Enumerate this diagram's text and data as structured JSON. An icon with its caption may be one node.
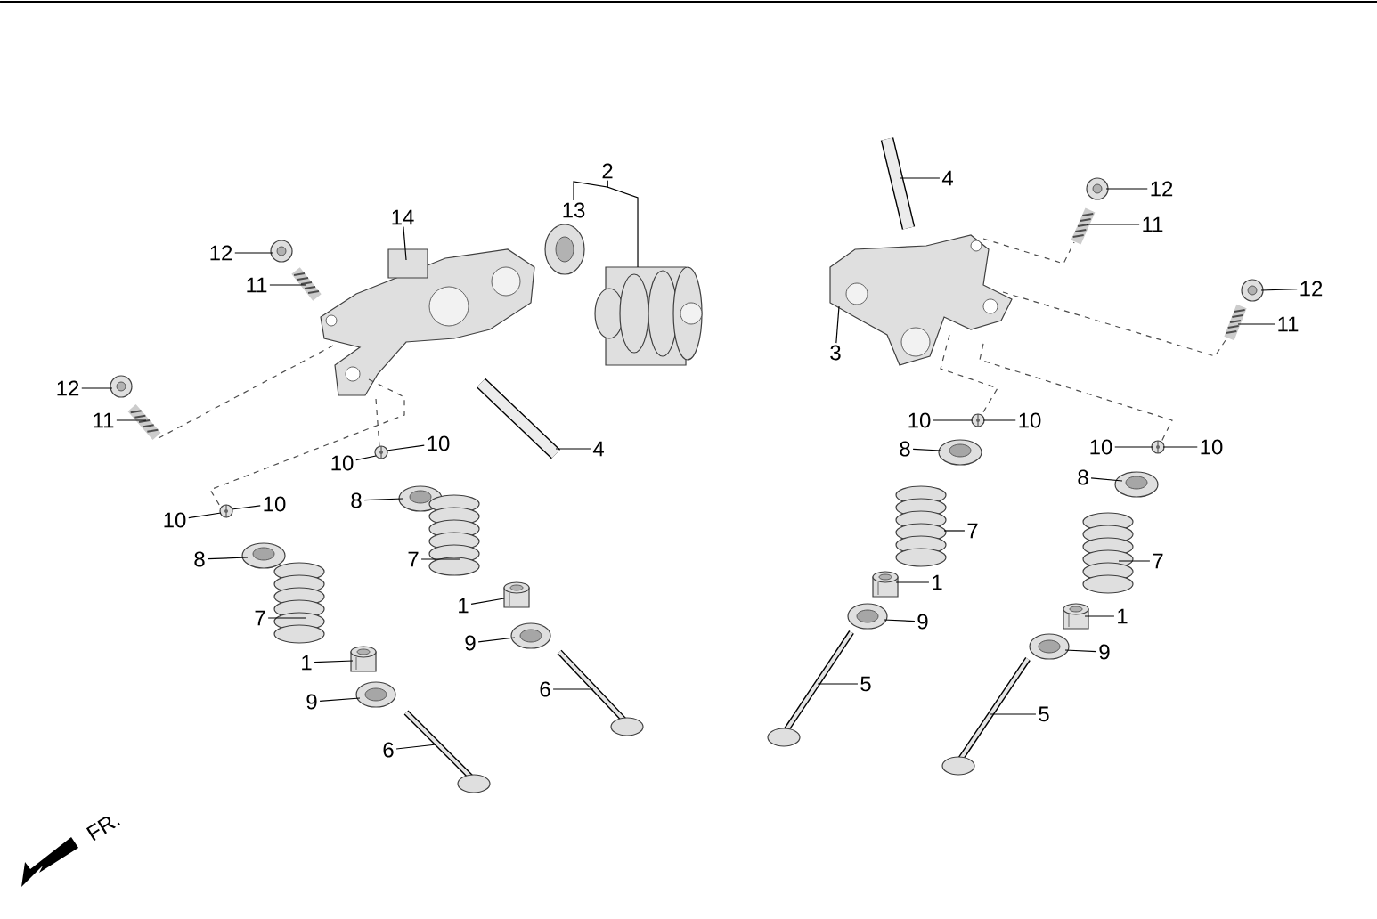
{
  "diagram": {
    "nodes": [
      {
        "text": [
          "2"
        ]
      },
      {
        "text": [
          "4"
        ]
      },
      {
        "text": [
          "12"
        ]
      },
      {
        "text": [
          "13"
        ]
      },
      {
        "text": [
          "14"
        ]
      },
      {
        "text": [
          "11"
        ]
      },
      {
        "text": [
          "12"
        ]
      },
      {
        "text": [
          "11"
        ]
      },
      {
        "text": [
          "12"
        ]
      },
      {
        "text": [
          "11"
        ]
      },
      {
        "text": [
          "3"
        ]
      },
      {
        "text": [
          "12"
        ]
      },
      {
        "text": [
          "11"
        ]
      },
      {
        "text": [
          "10"
        ]
      },
      {
        "text": [
          "10"
        ]
      },
      {
        "text": [
          "10"
        ]
      },
      {
        "text": [
          "4"
        ]
      },
      {
        "text": [
          "10"
        ]
      },
      {
        "text": [
          "10"
        ]
      },
      {
        "text": [
          "10"
        ]
      },
      {
        "text": [
          "8"
        ]
      },
      {
        "text": [
          "8"
        ]
      },
      {
        "text": [
          "10"
        ]
      },
      {
        "text": [
          "10"
        ]
      },
      {
        "text": [
          "7"
        ]
      },
      {
        "text": [
          "8"
        ]
      },
      {
        "text": [
          "8"
        ]
      },
      {
        "text": [
          "7"
        ]
      },
      {
        "text": [
          "7"
        ]
      },
      {
        "text": [
          "1"
        ]
      },
      {
        "text": [
          "1"
        ]
      },
      {
        "text": [
          "7"
        ]
      },
      {
        "text": [
          "1"
        ]
      },
      {
        "text": [
          "9"
        ]
      },
      {
        "text": [
          "9"
        ]
      },
      {
        "text": [
          "6"
        ]
      },
      {
        "text": [
          "9"
        ]
      },
      {
        "text": [
          "1"
        ]
      },
      {
        "text": [
          "5"
        ]
      },
      {
        "text": [
          "9"
        ]
      },
      {
        "text": [
          "5"
        ]
      },
      {
        "text": [
          "6"
        ]
      },
      {
        "text": [],
        "shape": "picture"
      },
      {
        "text": [],
        "shape": "picture"
      },
      {
        "text": [],
        "shape": "picture"
      },
      {
        "text": [],
        "shape": "picture"
      },
      {
        "text": [],
        "shape": "picture"
      },
      {
        "text": [],
        "shape": "picture"
      },
      {
        "text": [],
        "shape": "picture"
      },
      {
        "text": [],
        "shape": "picture"
      },
      {
        "text": [],
        "shape": "picture"
      },
      {
        "text": [],
        "shape": "picture"
      },
      {
        "text": [],
        "shape": "picture"
      },
      {
        "text": [],
        "shape": "picture"
      },
      {
        "text": [],
        "shape": "picture"
      },
      {
        "text": [],
        "shape": "picture"
      },
      {
        "text": [],
        "shape": "picture"
      },
      {
        "text": [],
        "shape": "picture"
      },
      {
        "text": [],
        "shape": "picture"
      },
      {
        "text": [],
        "shape": "picture"
      },
      {
        "text": [],
        "shape": "picture"
      },
      {
        "text": [],
        "shape": "picture"
      },
      {
        "text": [],
        "shape": "picture"
      },
      {
        "text": [],
        "shape": "picture"
      },
      {
        "text": [],
        "shape": "picture"
      },
      {
        "text": [],
        "shape": "picture"
      },
      {
        "text": [],
        "shape": "picture"
      },
      {
        "text": [],
        "shape": "picture"
      },
      {
        "text": [],
        "shape": "picture"
      },
      {
        "text": [],
        "shape": "picture"
      },
      {
        "text": [],
        "shape": "picture"
      },
      {
        "text": [],
        "shape": "picture"
      },
      {
        "text": [],
        "shape": "picture"
      },
      {
        "text": [],
        "shape": "picture"
      },
      {
        "text": [],
        "shape": "picture"
      },
      {
        "text": [],
        "shape": "picture"
      },
      {
        "text": [],
        "shape": "picture"
      },
      {
        "text": [],
        "shape": "picture"
      },
      {
        "text": [],
        "shape": "picture"
      },
      {
        "text": [],
        "shape": "picture"
      }
    ],
    "edges": [
      {
        "from": 0,
        "to": 3,
        "arrow": "none"
      },
      {
        "from": 0,
        "to": 45,
        "arrow": "none"
      },
      {
        "from": 1,
        "to": 42,
        "arrow": "none"
      },
      {
        "from": 2,
        "to": 43,
        "arrow": "none"
      },
      {
        "from": 4,
        "to": 48,
        "arrow": "none"
      },
      {
        "from": 5,
        "to": 47,
        "arrow": "none"
      },
      {
        "from": 6,
        "to": 46,
        "arrow": "none"
      },
      {
        "from": 7,
        "to": 50,
        "arrow": "none"
      },
      {
        "from": 8,
        "to": 51,
        "arrow": "none"
      },
      {
        "from": 9,
        "to": 52,
        "arrow": "none"
      },
      {
        "from": 10,
        "to": 49,
        "arrow": "none"
      },
      {
        "from": 11,
        "to": 53,
        "arrow": "none"
      },
      {
        "from": 12,
        "to": 54,
        "arrow": "none"
      },
      {
        "from": 13,
        "to": 56,
        "arrow": "none"
      },
      {
        "from": 14,
        "to": 56,
        "arrow": "none"
      },
      {
        "from": 15,
        "to": 58,
        "arrow": "none"
      },
      {
        "from": 16,
        "to": 55,
        "arrow": "none"
      },
      {
        "from": 17,
        "to": 58,
        "arrow": "none"
      },
      {
        "from": 18,
        "to": 57,
        "arrow": "none"
      },
      {
        "from": 19,
        "to": 57,
        "arrow": "none"
      },
      {
        "from": 20,
        "to": 60,
        "arrow": "none"
      },
      {
        "from": 21,
        "to": 62,
        "arrow": "none"
      },
      {
        "from": 22,
        "to": 59,
        "arrow": "none"
      },
      {
        "from": 23,
        "to": 59,
        "arrow": "none"
      },
      {
        "from": 24,
        "to": 64,
        "arrow": "none"
      },
      {
        "from": 25,
        "to": 61,
        "arrow": "none"
      },
      {
        "from": 26,
        "to": 63,
        "arrow": "none"
      },
      {
        "from": 27,
        "to": 66,
        "arrow": "none"
      },
      {
        "from": 28,
        "to": 65,
        "arrow": "none"
      },
      {
        "from": 29,
        "to": 68,
        "arrow": "none"
      },
      {
        "from": 30,
        "to": 70,
        "arrow": "none"
      },
      {
        "from": 31,
        "to": 67,
        "arrow": "none"
      },
      {
        "from": 32,
        "to": 69,
        "arrow": "none"
      },
      {
        "from": 33,
        "to": 72,
        "arrow": "none"
      },
      {
        "from": 34,
        "to": 74,
        "arrow": "none"
      },
      {
        "from": 35,
        "to": 78,
        "arrow": "none"
      },
      {
        "from": 36,
        "to": 73,
        "arrow": "none"
      },
      {
        "from": 37,
        "to": 71,
        "arrow": "none"
      },
      {
        "from": 38,
        "to": 76,
        "arrow": "none"
      },
      {
        "from": 39,
        "to": 75,
        "arrow": "none"
      },
      {
        "from": 40,
        "to": 77,
        "arrow": "none"
      },
      {
        "from": 41,
        "to": 79,
        "arrow": "none"
      },
      {
        "from": 54,
        "to": 48,
        "arrow": "none",
        "style": "dashed"
      },
      {
        "from": 48,
        "to": 59,
        "arrow": "none",
        "style": "dashed"
      },
      {
        "from": 48,
        "to": 58,
        "arrow": "none",
        "style": "dashed"
      },
      {
        "from": 49,
        "to": 47,
        "arrow": "none",
        "style": "dashed"
      },
      {
        "from": 49,
        "to": 52,
        "arrow": "none",
        "style": "dashed"
      },
      {
        "from": 49,
        "to": 56,
        "arrow": "none",
        "style": "dashed"
      },
      {
        "from": 49,
        "to": 57,
        "arrow": "none",
        "style": "dashed"
      }
    ],
    "labels": [
      "FR."
    ]
  }
}
